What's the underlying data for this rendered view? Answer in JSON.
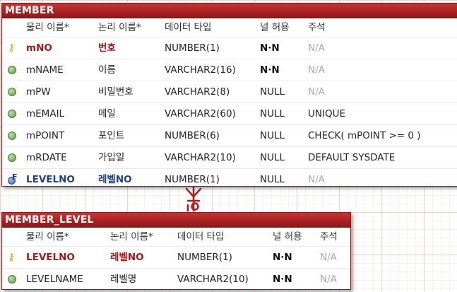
{
  "entities": {
    "member": {
      "title": "MEMBER",
      "headers": [
        "물리 이름*",
        "논리 이름*",
        "데이터 타입",
        "널 허용",
        "주석"
      ],
      "rows": [
        {
          "physical": "mNO",
          "logical": "번호",
          "type": "NUMBER(1)",
          "nullable": "N·N",
          "comment": "N/A",
          "icon": "primary-key-icon"
        },
        {
          "physical": "mNAME",
          "logical": "이름",
          "type": "VARCHAR2(16)",
          "nullable": "N·N",
          "comment": "N/A",
          "icon": "column-dot-icon"
        },
        {
          "physical": "mPW",
          "logical": "비밀번호",
          "type": "VARCHAR2(8)",
          "nullable": "NULL",
          "comment": "N/A",
          "icon": "column-dot-icon"
        },
        {
          "physical": "mEMAIL",
          "logical": "메일",
          "type": "VARCHAR2(60)",
          "nullable": "NULL",
          "comment": "UNIQUE",
          "icon": "column-dot-icon"
        },
        {
          "physical": "mPOINT",
          "logical": "포인트",
          "type": "NUMBER(6)",
          "nullable": "NULL",
          "comment": "CHECK( mPOINT >= 0 )",
          "icon": "column-dot-icon"
        },
        {
          "physical": "mRDATE",
          "logical": "가입일",
          "type": "VARCHAR2(10)",
          "nullable": "NULL",
          "comment": "DEFAULT SYSDATE",
          "icon": "column-dot-icon"
        },
        {
          "physical": "LEVELNO",
          "logical": "레벨NO",
          "type": "NUMBER(1)",
          "nullable": "NULL",
          "comment": "N/A",
          "icon": "foreign-key-icon"
        }
      ]
    },
    "member_level": {
      "title": "MEMBER_LEVEL",
      "headers": [
        "물리 이름*",
        "논리 이름*",
        "데이터 타입",
        "널 허용",
        "주석"
      ],
      "rows": [
        {
          "physical": "LEVELNO",
          "logical": "레벨NO",
          "type": "NUMBER(1)",
          "nullable": "N·N",
          "comment": "N/A",
          "icon": "primary-key-icon"
        },
        {
          "physical": "LEVELNAME",
          "logical": "레벨명",
          "type": "VARCHAR2(10)",
          "nullable": "N·N",
          "comment": "N/A",
          "icon": "column-dot-icon"
        }
      ]
    }
  },
  "colors": {
    "title_bar": "#a82020",
    "primary_key_text": "#a81818",
    "foreign_key_text": "#1c3f8e",
    "muted_text": "#a9a9a9",
    "relationship_line": "#a82020"
  }
}
